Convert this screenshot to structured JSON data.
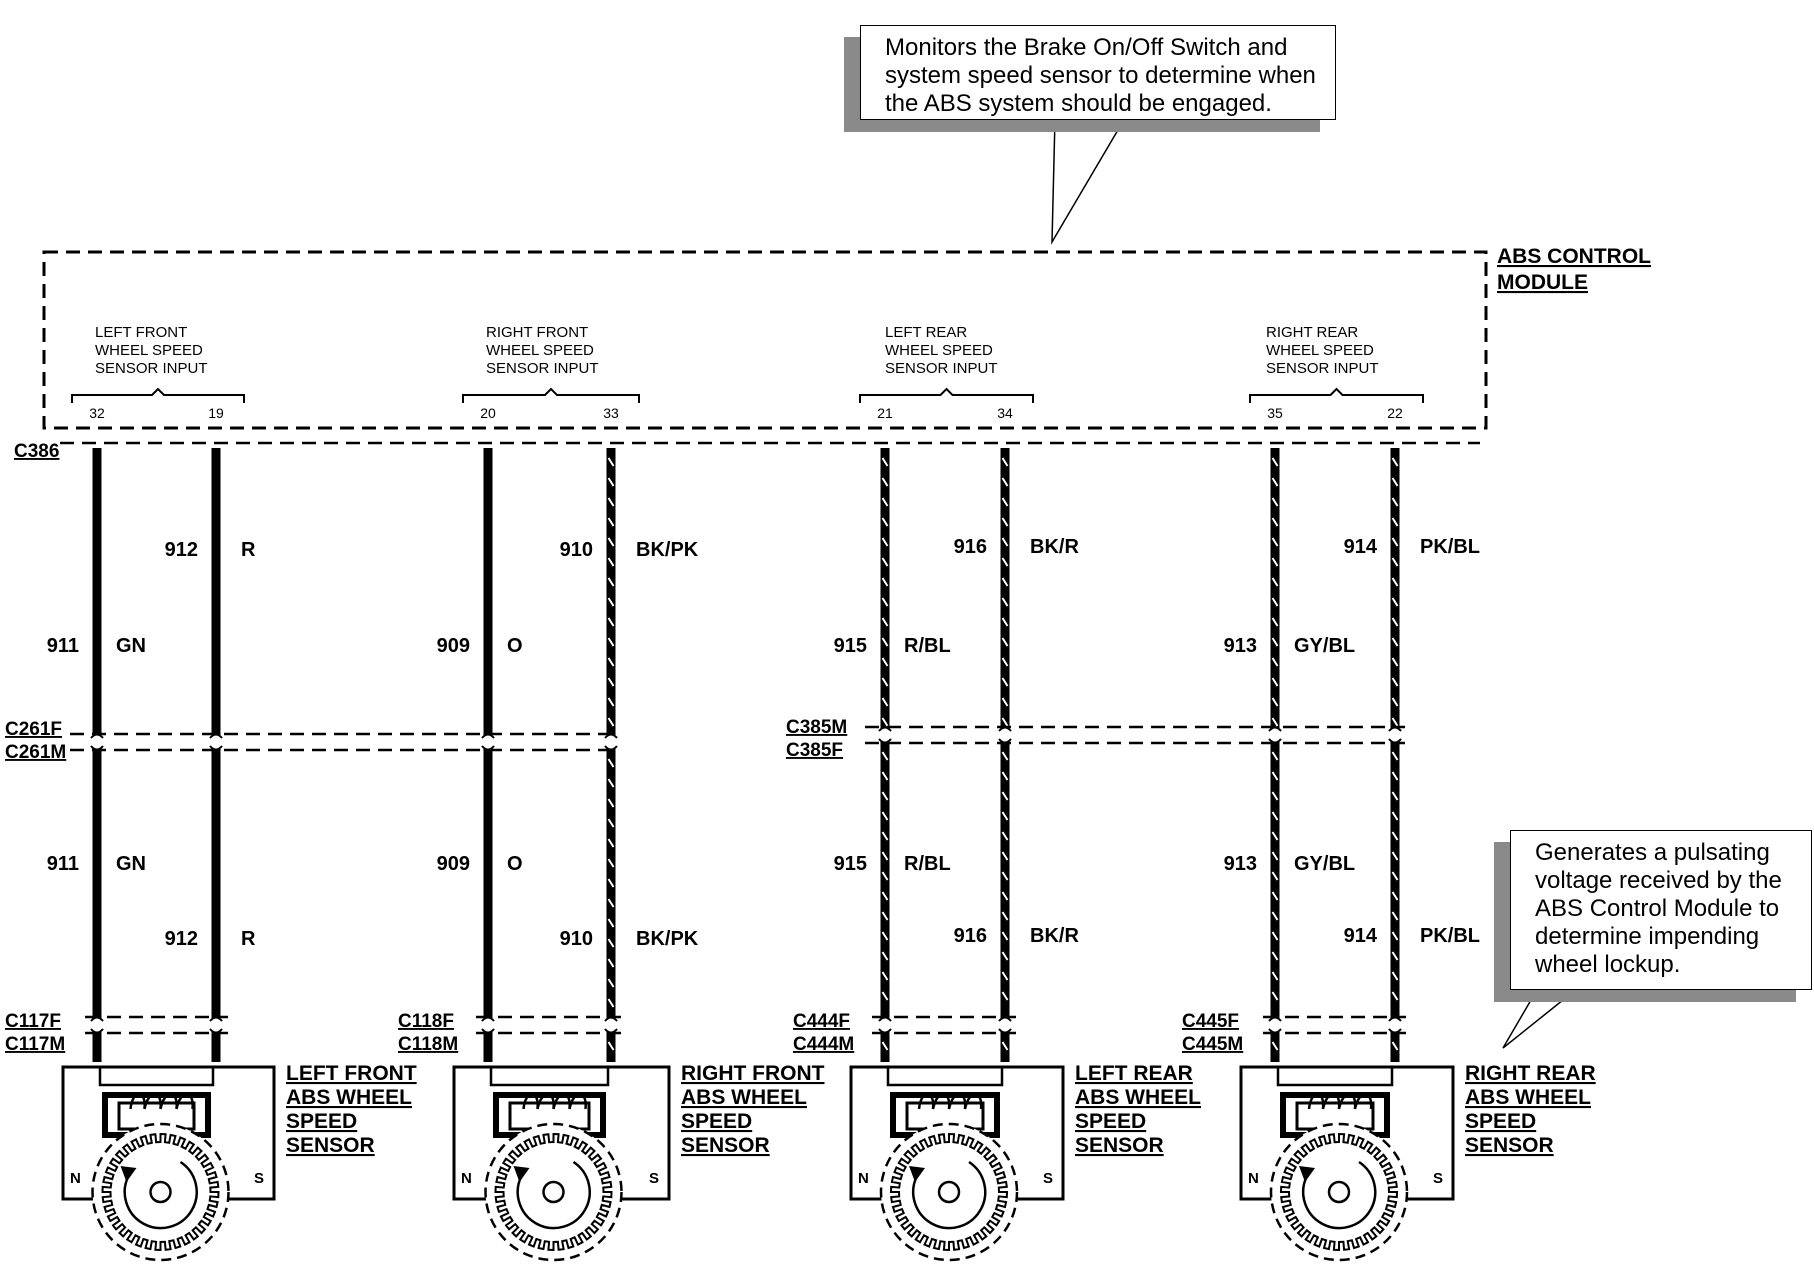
{
  "notes": {
    "top": [
      "Monitors the Brake On/Off Switch and",
      "system speed sensor to determine when",
      "the ABS system should be engaged."
    ],
    "right": [
      "Generates a pulsating",
      "voltage received by the",
      "ABS Control Module to",
      "determine impending",
      "wheel lockup."
    ]
  },
  "module": {
    "title_line1": "ABS CONTROL",
    "title_line2": "MODULE",
    "connector": "C386"
  },
  "inputs": [
    {
      "lines": [
        "LEFT FRONT",
        "WHEEL SPEED",
        "SENSOR INPUT"
      ],
      "pins": [
        "32",
        "19"
      ]
    },
    {
      "lines": [
        "RIGHT FRONT",
        "WHEEL SPEED",
        "SENSOR INPUT"
      ],
      "pins": [
        "20",
        "33"
      ]
    },
    {
      "lines": [
        "LEFT REAR",
        "WHEEL SPEED",
        "SENSOR INPUT"
      ],
      "pins": [
        "21",
        "34"
      ]
    },
    {
      "lines": [
        "RIGHT REAR",
        "WHEEL SPEED",
        "SENSOR INPUT"
      ],
      "pins": [
        "35",
        "22"
      ]
    }
  ],
  "circuits": [
    {
      "a": {
        "num": "911",
        "color": "GN"
      },
      "b": {
        "num": "912",
        "color": "R"
      }
    },
    {
      "a": {
        "num": "909",
        "color": "O"
      },
      "b": {
        "num": "910",
        "color": "BK/PK"
      }
    },
    {
      "a": {
        "num": "915",
        "color": "R/BL"
      },
      "b": {
        "num": "916",
        "color": "BK/R"
      }
    },
    {
      "a": {
        "num": "913",
        "color": "GY/BL"
      },
      "b": {
        "num": "914",
        "color": "PK/BL"
      }
    }
  ],
  "mid_connectors": [
    {
      "top": "C261F",
      "bottom": "C261M"
    },
    {
      "top": "C385M",
      "bottom": "C385F"
    }
  ],
  "sensor_connectors": [
    {
      "top": "C117F",
      "bottom": "C117M"
    },
    {
      "top": "C118F",
      "bottom": "C118M"
    },
    {
      "top": "C444F",
      "bottom": "C444M"
    },
    {
      "top": "C445F",
      "bottom": "C445M"
    }
  ],
  "sensors": [
    {
      "lines": [
        "LEFT FRONT",
        "ABS WHEEL",
        "SPEED",
        "SENSOR"
      ]
    },
    {
      "lines": [
        "RIGHT FRONT",
        "ABS WHEEL",
        "SPEED",
        "SENSOR"
      ]
    },
    {
      "lines": [
        "LEFT REAR",
        "ABS WHEEL",
        "SPEED",
        "SENSOR"
      ]
    },
    {
      "lines": [
        "RIGHT REAR",
        "ABS WHEEL",
        "SPEED",
        "SENSOR"
      ]
    }
  ],
  "pole_labels": {
    "north": "N",
    "south": "S"
  }
}
